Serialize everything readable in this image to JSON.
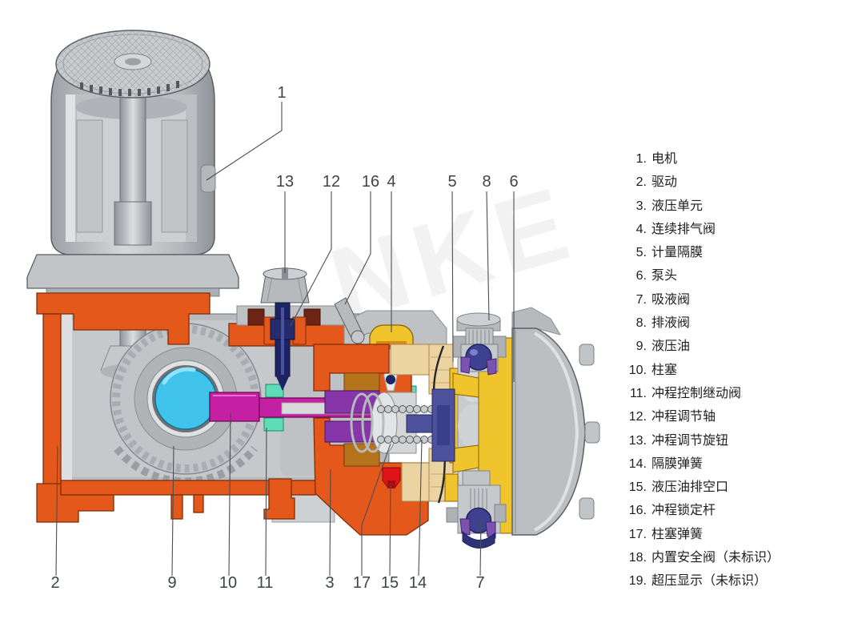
{
  "watermark": "NKE",
  "callouts": {
    "c1": "1",
    "c2": "2",
    "c3": "3",
    "c4": "4",
    "c5": "5",
    "c6": "6",
    "c7": "7",
    "c8": "8",
    "c9": "9",
    "c10": "10",
    "c11": "11",
    "c12": "12",
    "c13": "13",
    "c14": "14",
    "c15": "15",
    "c16": "16",
    "c17": "17"
  },
  "legend": {
    "items": [
      {
        "num": "1.",
        "label": "电机"
      },
      {
        "num": "2.",
        "label": "驱动"
      },
      {
        "num": "3.",
        "label": "液压单元"
      },
      {
        "num": "4.",
        "label": "连续排气阀"
      },
      {
        "num": "5.",
        "label": "计量隔膜"
      },
      {
        "num": "6.",
        "label": "泵头"
      },
      {
        "num": "7.",
        "label": "吸液阀"
      },
      {
        "num": "8.",
        "label": "排液阀"
      },
      {
        "num": "9.",
        "label": "液压油"
      },
      {
        "num": "10.",
        "label": "柱塞"
      },
      {
        "num": "11.",
        "label": "冲程控制继动阀"
      },
      {
        "num": "12.",
        "label": "冲程调节轴"
      },
      {
        "num": "13.",
        "label": "冲程调节旋钮"
      },
      {
        "num": "14.",
        "label": "隔膜弹簧"
      },
      {
        "num": "15.",
        "label": "液压油排空口"
      },
      {
        "num": "16.",
        "label": "冲程锁定杆"
      },
      {
        "num": "17.",
        "label": "柱塞弹簧"
      },
      {
        "num": "18.",
        "label": "内置安全阀（未标识）"
      },
      {
        "num": "19.",
        "label": "超压显示（未标识）"
      }
    ]
  },
  "colors": {
    "cut_section_orange": "#e4591b",
    "sight_glass_cyan": "#3fc3ea",
    "plunger_magenta": "#c51fa4",
    "sleeve_purple": "#8636a8",
    "diaphragm_plate_yellow": "#efc42d",
    "valve_ball_navy": "#3d4190",
    "valve_seat_violet": "#7a52b0",
    "drain_red": "#e01318",
    "relay_valve_teal": "#5fddb9",
    "spacer_tan": "#ecd3a2",
    "metal_gray": "#c2c5c8"
  }
}
